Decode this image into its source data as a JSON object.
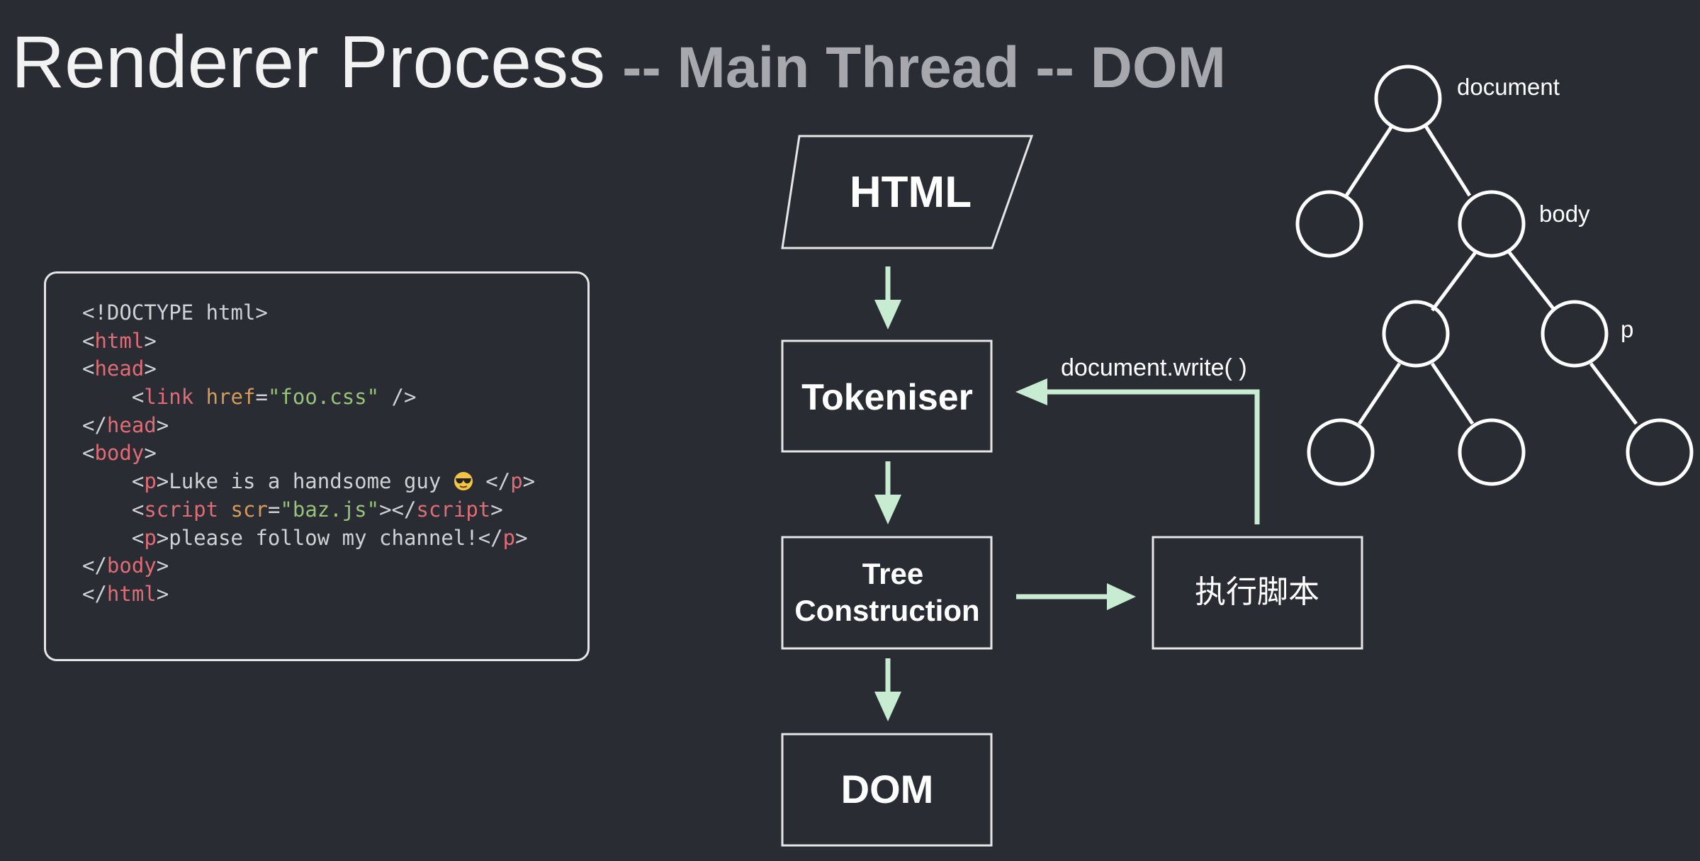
{
  "title": {
    "main": "Renderer Process",
    "sub": "-- Main Thread -- DOM"
  },
  "code": {
    "lines": [
      [
        {
          "t": "<!DOCTYPE html>",
          "c": ""
        }
      ],
      [
        {
          "t": "<",
          "c": ""
        },
        {
          "t": "html",
          "c": "tag"
        },
        {
          "t": ">",
          "c": ""
        }
      ],
      [
        {
          "t": "<",
          "c": ""
        },
        {
          "t": "head",
          "c": "tag"
        },
        {
          "t": ">",
          "c": ""
        }
      ],
      [
        {
          "t": "    <",
          "c": ""
        },
        {
          "t": "link",
          "c": "tag"
        },
        {
          "t": " ",
          "c": ""
        },
        {
          "t": "href",
          "c": "attr"
        },
        {
          "t": "=",
          "c": ""
        },
        {
          "t": "\"foo.css\"",
          "c": "str"
        },
        {
          "t": " />",
          "c": ""
        }
      ],
      [
        {
          "t": "</",
          "c": ""
        },
        {
          "t": "head",
          "c": "tag"
        },
        {
          "t": ">",
          "c": ""
        }
      ],
      [
        {
          "t": "<",
          "c": ""
        },
        {
          "t": "body",
          "c": "tag"
        },
        {
          "t": ">",
          "c": ""
        }
      ],
      [
        {
          "t": "    <",
          "c": ""
        },
        {
          "t": "p",
          "c": "tag"
        },
        {
          "t": ">Luke is a handsome guy ",
          "c": ""
        },
        {
          "t": "EMOJI",
          "c": "emoji"
        },
        {
          "t": " </",
          "c": ""
        },
        {
          "t": "p",
          "c": "tag"
        },
        {
          "t": ">",
          "c": ""
        }
      ],
      [
        {
          "t": "    <",
          "c": ""
        },
        {
          "t": "script",
          "c": "tag"
        },
        {
          "t": " ",
          "c": ""
        },
        {
          "t": "scr",
          "c": "attr"
        },
        {
          "t": "=",
          "c": ""
        },
        {
          "t": "\"baz.js\"",
          "c": "str"
        },
        {
          "t": "></",
          "c": ""
        },
        {
          "t": "script",
          "c": "tag"
        },
        {
          "t": ">",
          "c": ""
        }
      ],
      [
        {
          "t": "    <",
          "c": ""
        },
        {
          "t": "p",
          "c": "tag"
        },
        {
          "t": ">please follow my channel!</",
          "c": ""
        },
        {
          "t": "p",
          "c": "tag"
        },
        {
          "t": ">",
          "c": ""
        }
      ],
      [
        {
          "t": "</",
          "c": ""
        },
        {
          "t": "body",
          "c": "tag"
        },
        {
          "t": ">",
          "c": ""
        }
      ],
      [
        {
          "t": "</",
          "c": ""
        },
        {
          "t": "html",
          "c": "tag"
        },
        {
          "t": ">",
          "c": ""
        }
      ]
    ]
  },
  "flow": {
    "html_label": "HTML",
    "tokeniser_label": "Tokeniser",
    "tree_line1": "Tree",
    "tree_line2": "Construction",
    "dom_label": "DOM",
    "script_label": "执行脚本",
    "write_label": "document.write( )"
  },
  "tree": {
    "document_label": "document",
    "body_label": "body",
    "p_label": "p"
  },
  "colors": {
    "background": "#2a2c34",
    "arrow": "#c8ecd2",
    "box_border": "#e6e6e6",
    "tag": "#e06c75",
    "attr": "#d49b5a",
    "string": "#98c379"
  }
}
